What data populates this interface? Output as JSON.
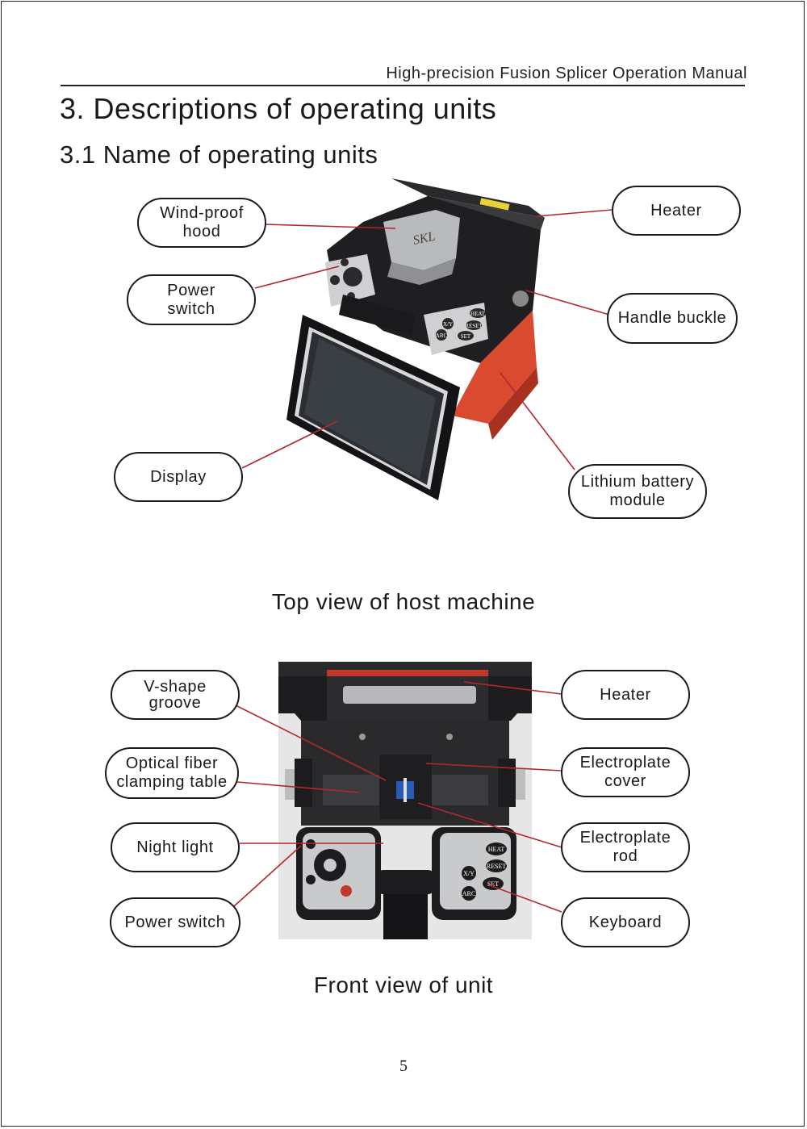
{
  "header": {
    "running_title": "High-precision Fusion Splicer  Operation Manual"
  },
  "section": {
    "title": "3. Descriptions of operating units",
    "subtitle": "3.1 Name of operating units"
  },
  "top_view": {
    "caption": "Top view of host machine",
    "brand_mark": "SKL",
    "buttons": [
      "HEAT",
      "RESET",
      "X/Y",
      "ARC",
      "SET"
    ],
    "labels": {
      "wind_proof_hood": "Wind-proof\nhood",
      "power_switch": "Power\nswitch",
      "display": "Display",
      "heater": "Heater",
      "handle_buckle": "Handle buckle",
      "lithium_battery": "Lithium battery\nmodule"
    }
  },
  "front_view": {
    "caption": "Front view of unit",
    "buttons": [
      "HEAT",
      "RESET",
      "X/Y",
      "SET",
      "ARC"
    ],
    "labels": {
      "v_shape_groove": "V-shape\ngroove",
      "fiber_clamping_table": "Optical fiber\nclamping table",
      "night_light": "Night light",
      "power_switch": "Power switch",
      "heater": "Heater",
      "electroplate_cover": "Electroplate\ncover",
      "electroplate_rod": "Electroplate\nrod",
      "keyboard": "Keyboard"
    }
  },
  "page_number": "5",
  "colors": {
    "leader_line": "#b3272d",
    "casing_red": "#d94a2f",
    "casing_black": "#1c1c1e"
  }
}
